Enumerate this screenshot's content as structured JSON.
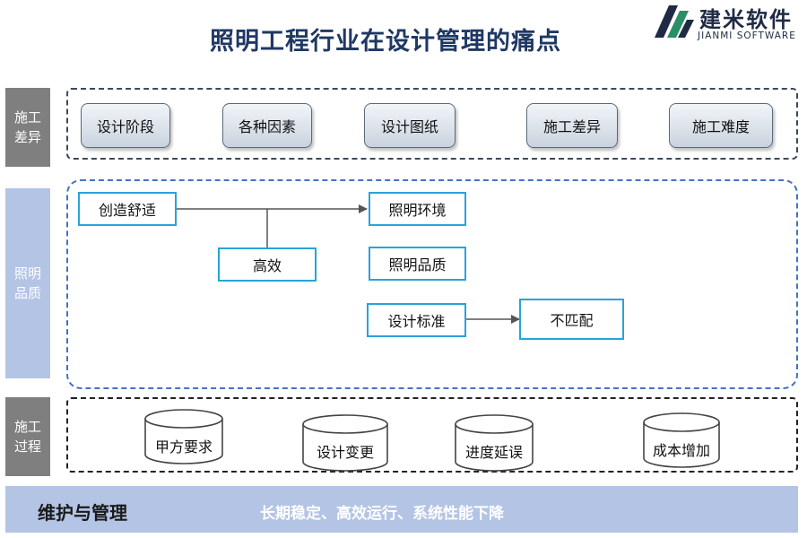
{
  "title": "照明工程行业在设计管理的痛点",
  "logo": {
    "cn": "建米软件",
    "en": "JIANMI SOFTWARE"
  },
  "sections": {
    "construction_diff": {
      "label": "施工差异",
      "items": [
        "设计阶段",
        "各种因素",
        "设计图纸",
        "施工差异",
        "施工难度"
      ]
    },
    "lighting_quality": {
      "label": "照明品质",
      "nodes": {
        "comfort": "创造舒适",
        "efficient": "高效",
        "environment": "照明环境",
        "quality": "照明品质",
        "standard": "设计标准",
        "mismatch": "不匹配"
      }
    },
    "construction_process": {
      "label": "施工过程",
      "items": [
        "甲方要求",
        "设计变更",
        "进度延误",
        "成本增加"
      ]
    }
  },
  "footer": {
    "title": "维护与管理",
    "text": "长期稳定、高效运行、系统性能下降"
  },
  "colors": {
    "title": "#1f3864",
    "node_border": "#29a3d9",
    "side_dark": "#7f7f7f",
    "side_blue": "#b4c4e4",
    "frame_blue": "#4472c4"
  }
}
